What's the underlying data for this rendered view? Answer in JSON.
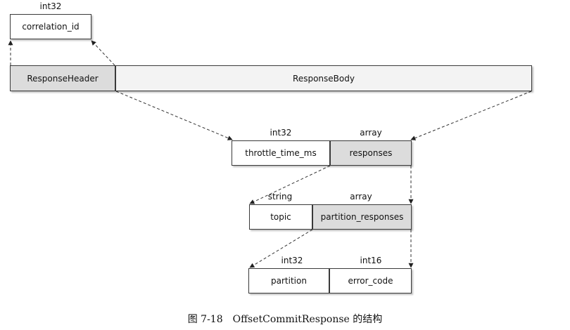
{
  "nodes": {
    "correlation_id": {
      "type": "int32",
      "label": "correlation_id"
    },
    "response_header": {
      "label": "ResponseHeader"
    },
    "response_body": {
      "label": "ResponseBody"
    },
    "throttle_time_ms": {
      "type": "int32",
      "label": "throttle_time_ms"
    },
    "responses": {
      "type": "array",
      "label": "responses"
    },
    "topic": {
      "type": "string",
      "label": "topic"
    },
    "partition_responses": {
      "type": "array",
      "label": "partition_responses"
    },
    "partition": {
      "type": "int32",
      "label": "partition"
    },
    "error_code": {
      "type": "int16",
      "label": "error_code"
    }
  },
  "caption": "图 7-18　OffsetCommitResponse 的结构"
}
